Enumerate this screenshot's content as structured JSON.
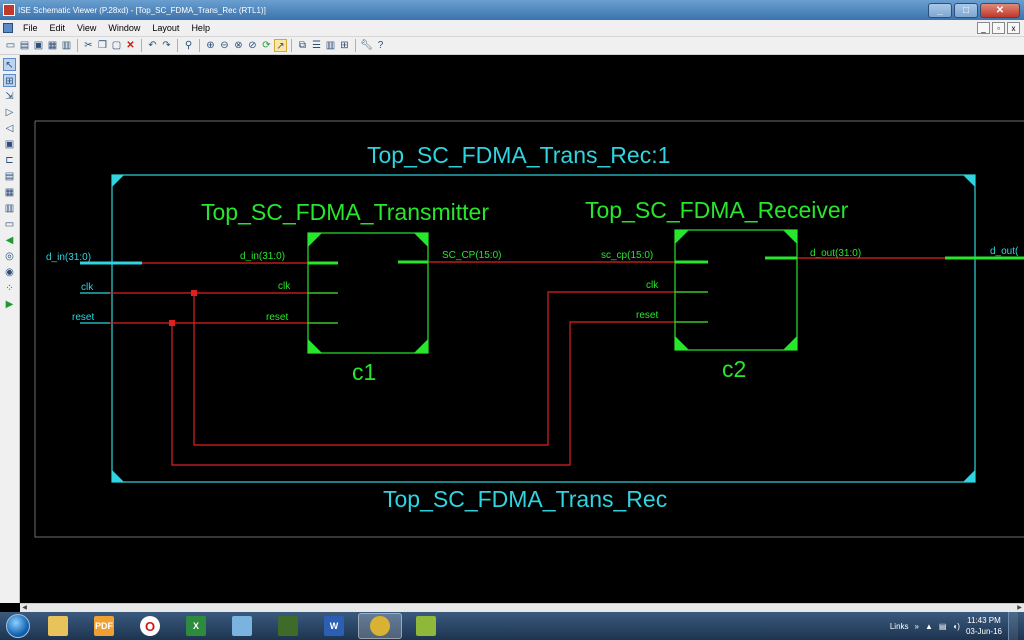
{
  "window": {
    "title": "ISE Schematic Viewer (P.28xd) - [Top_SC_FDMA_Trans_Rec (RTL1)]",
    "buttons": {
      "minimize": "_",
      "maximize": "□",
      "close": "✕"
    }
  },
  "menubar": {
    "items": [
      "File",
      "Edit",
      "View",
      "Window",
      "Layout",
      "Help"
    ],
    "mdi_buttons": {
      "minimize": "_",
      "restore": "▫",
      "close": "x"
    }
  },
  "toolbar": {
    "icons": [
      "new-icon",
      "open-icon",
      "save-icon",
      "save-all-icon",
      "print-icon",
      "cut-icon",
      "copy-icon",
      "paste-icon",
      "delete-icon",
      "undo-icon",
      "redo-icon",
      "find-icon",
      "zoom-in-icon",
      "zoom-out-icon",
      "zoom-full-icon",
      "zoom-selection-icon",
      "refresh-icon",
      "select-mode-icon",
      "cascade-icon",
      "tile-horizontal-icon",
      "tile-vertical-icon",
      "tile-icon",
      "settings-icon",
      "help-icon"
    ]
  },
  "schematic": {
    "outer_top_label": "Top_SC_FDMA_Trans_Rec:1",
    "outer_bottom_label": "Top_SC_FDMA_Trans_Rec",
    "ports_left": [
      "d_in(31:0)",
      "clk",
      "reset"
    ],
    "port_right": "d_out(",
    "transmitter": {
      "name": "Top_SC_FDMA_Transmitter",
      "instance": "c1",
      "pin_d_in": "d_in(31:0)",
      "pin_clk": "clk",
      "pin_reset": "reset",
      "pin_out": "SC_CP(15:0)"
    },
    "receiver": {
      "name": "Top_SC_FDMA_Receiver",
      "instance": "c2",
      "pin_sc_cp": "sc_cp(15:0)",
      "pin_clk": "clk",
      "pin_reset": "reset",
      "pin_out": "d_out(31:0)"
    },
    "colors": {
      "frame": "#2fd4e0",
      "block": "#27e62b",
      "wire": "#e02020",
      "bus_port": "#2fd4e0"
    }
  },
  "taskbar": {
    "apps": [
      {
        "name": "folder",
        "icon": "folder-icon"
      },
      {
        "name": "pdf",
        "icon": "pdf-icon",
        "text": "PDF"
      },
      {
        "name": "opera",
        "icon": "opera-icon",
        "text": "O"
      },
      {
        "name": "excel",
        "icon": "excel-icon",
        "text": "X"
      },
      {
        "name": "paint",
        "icon": "paint-icon"
      },
      {
        "name": "ise",
        "icon": "ise-icon"
      },
      {
        "name": "word",
        "icon": "word-icon",
        "text": "W"
      },
      {
        "name": "media",
        "icon": "media-icon"
      },
      {
        "name": "impact",
        "icon": "arrow-icon"
      }
    ],
    "tray_links": "Links",
    "tray_chevron": "»",
    "time": "11:43 PM",
    "date": "03-Jun-16"
  }
}
